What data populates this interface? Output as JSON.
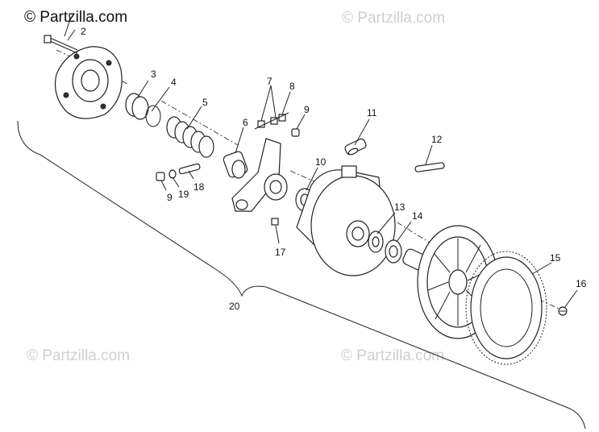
{
  "watermarks": {
    "main": "© Partzilla.com",
    "top_right": "© Partzilla.com",
    "bottom_left": "© Partzilla.com",
    "bottom_right": "© Partzilla.com"
  },
  "callouts": {
    "c1": "1",
    "c2": "2",
    "c3": "3",
    "c4": "4",
    "c5": "5",
    "c6": "6",
    "c7": "7",
    "c8": "8",
    "c9a": "9",
    "c10": "10",
    "c11": "11",
    "c12": "12",
    "c13": "13",
    "c14": "14",
    "c15": "15",
    "c16": "16",
    "c17": "17",
    "c18": "18",
    "c19": "19",
    "c9b": "9",
    "c20": "20"
  }
}
